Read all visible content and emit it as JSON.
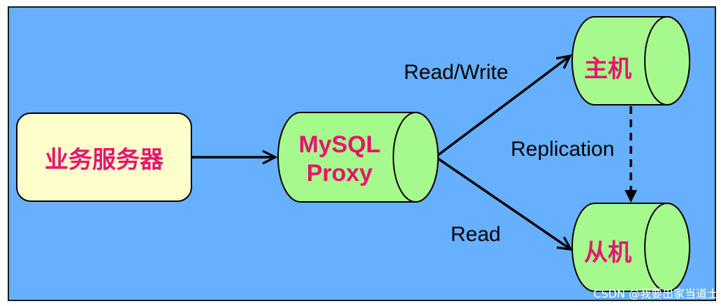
{
  "nodes": {
    "business_server": {
      "label": "业务服务器"
    },
    "proxy": {
      "line1": "MySQL",
      "line2": "Proxy"
    },
    "master": {
      "label": "主机"
    },
    "slave": {
      "label": "从机"
    }
  },
  "edges": {
    "read_write": "Read/Write",
    "read": "Read",
    "replication": "Replication"
  },
  "watermark": "CSDN @我要出家当道士",
  "colors": {
    "background": "#66b0ff",
    "border": "#1a1a1a",
    "server_fill": "#ffffcc",
    "cylinder_fill": "#a6f98c",
    "node_text": "#e8136f"
  }
}
